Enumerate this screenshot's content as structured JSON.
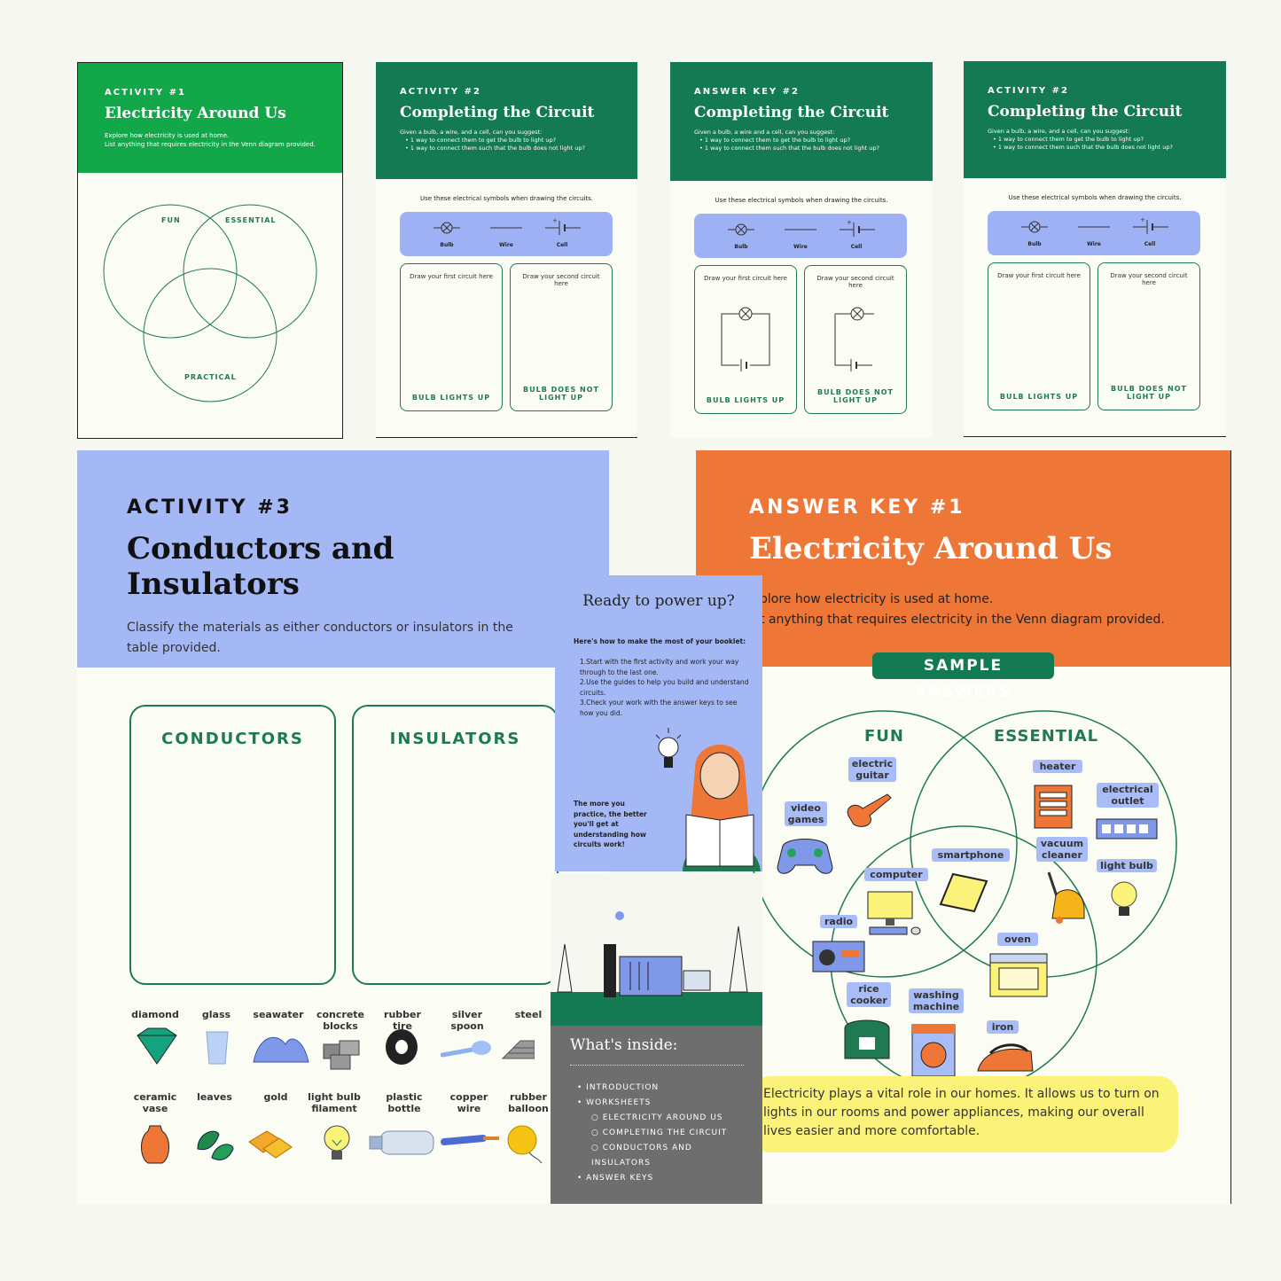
{
  "card1": {
    "kicker": "ACTIVITY #1",
    "title": "Electricity Around Us",
    "line1": "Explore how electricity is used at home.",
    "line2": "List anything that requires electricity in the Venn diagram provided.",
    "venn": {
      "fun": "FUN",
      "essential": "ESSENTIAL",
      "practical": "PRACTICAL"
    }
  },
  "card2": {
    "kicker": "ACTIVITY #2",
    "title": "Completing the Circuit",
    "intro": "Given a bulb, a wire, and a cell, can you suggest:",
    "b1": "1 way to connect them to get the bulb to light up?",
    "b2": "1 way to connect them such that the bulb does not light up?",
    "symbols_note": "Use these electrical symbols when drawing the circuits.",
    "bulb": "Bulb",
    "wire": "Wire",
    "cell": "Cell",
    "draw1": "Draw your first circuit here",
    "draw2": "Draw your second circuit here",
    "res1": "BULB LIGHTS UP",
    "res2": "BULB DOES NOT LIGHT UP"
  },
  "card3": {
    "kicker": "ANSWER KEY #2",
    "title": "Completing the Circuit",
    "intro": "Given a bulb, a wire and a cell, can you suggest:",
    "b1": "1 way to connect them to get the bulb to light up?",
    "b2": "1 way to connect them such that the bulb does not light up?",
    "symbols_note": "Use these electrical symbols when drawing the circuits.",
    "bulb": "Bulb",
    "wire": "Wire",
    "cell": "Cell",
    "draw1": "Draw your first circuit here",
    "draw2": "Draw your second circuit here",
    "res1": "BULB LIGHTS UP",
    "res2": "BULB DOES NOT LIGHT UP"
  },
  "card4": {
    "kicker": "ACTIVITY #2",
    "title": "Completing the Circuit",
    "intro": "Given a bulb, a wire, and a cell, can you suggest:",
    "b1": "1 way to connect them to get the bulb to light up?",
    "b2": "1 way to connect them such that the bulb does not light up?",
    "symbols_note": "Use these electrical symbols when drawing the circuits.",
    "bulb": "Bulb",
    "wire": "Wire",
    "cell": "Cell",
    "draw1": "Draw your first circuit here",
    "draw2": "Draw your second circuit here",
    "res1": "BULB LIGHTS UP",
    "res2": "BULB DOES NOT LIGHT UP"
  },
  "card5": {
    "kicker": "ACTIVITY #3",
    "title": "Conductors and Insulators",
    "desc": "Classify the materials as either conductors or insulators in the table provided.",
    "col1": "CONDUCTORS",
    "col2": "INSULATORS",
    "materials": [
      "diamond",
      "glass",
      "seawater",
      "concrete blocks",
      "rubber tire",
      "silver spoon",
      "steel",
      "ceramic vase",
      "leaves",
      "gold",
      "light bulb filament",
      "plastic bottle",
      "copper wire",
      "rubber balloon"
    ]
  },
  "card6": {
    "kicker": "ANSWER KEY #1",
    "title": "Electricity Around Us",
    "line1": "plore how electricity is used at home.",
    "line2": "t anything that requires electricity in the Venn diagram provided.",
    "sample": "SAMPLE ANSWERS",
    "fun": "FUN",
    "essential": "ESSENTIAL",
    "items": [
      "electric guitar",
      "video games",
      "heater",
      "electrical outlet",
      "smartphone",
      "vacuum cleaner",
      "computer",
      "light bulb",
      "radio",
      "oven",
      "rice cooker",
      "washing machine",
      "iron"
    ],
    "note": "Electricity plays a vital role in our homes. It allows us to turn on lights in our rooms and power appliances, making our overall lives easier and more comfortable."
  },
  "card7": {
    "title": "Ready to power up?",
    "sub": "Here's how to make the most of your booklet:",
    "s1": "Start with the first activity and work your way through to the last one.",
    "s2": "Use the guides to help you build and understand circuits.",
    "s3": "Check your work with the answer keys to see how you did.",
    "tip": "The more you practice, the better you'll get at understanding how circuits work!"
  },
  "card8": {
    "title": "What's inside:",
    "i1": "INTRODUCTION",
    "i2": "WORKSHEETS",
    "i3": "ELECTRICITY AROUND US",
    "i4": "COMPLETING THE CIRCUIT",
    "i5": "CONDUCTORS AND INSULATORS",
    "i6": "ANSWER KEYS"
  },
  "colors": {
    "green": "#12a84a",
    "dark_green": "#137a54",
    "blue": "#a4b8f6",
    "orange": "#ee7636",
    "yellow": "#fbf27a",
    "grey": "#6e6e6e"
  }
}
